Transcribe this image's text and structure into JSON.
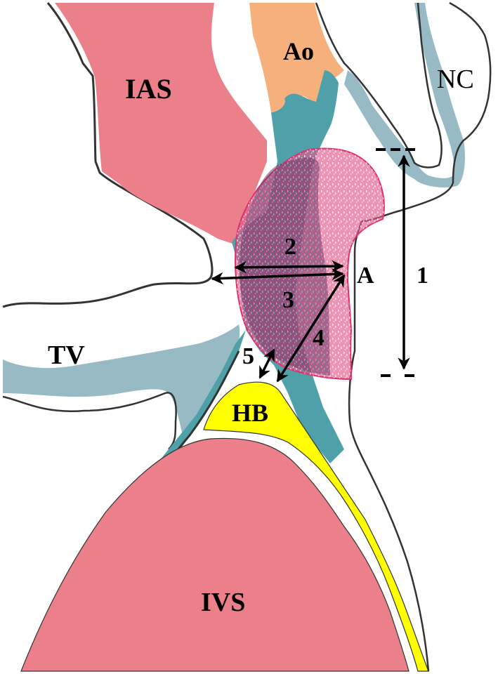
{
  "diagram": {
    "type": "anatomical schematic",
    "structures": [
      {
        "id": "ias",
        "label": "IAS",
        "color": "#eb808a"
      },
      {
        "id": "ao",
        "label": "Ao",
        "color": "#f5b07c"
      },
      {
        "id": "nc",
        "label": "NC",
        "color": "#97bac4"
      },
      {
        "id": "tv",
        "label": "TV",
        "color": "#97bac4"
      },
      {
        "id": "hb",
        "label": "HB",
        "color": "#ffff00"
      },
      {
        "id": "ivs",
        "label": "IVS",
        "color": "#eb808a"
      },
      {
        "id": "a",
        "label": "A",
        "color": "#e05a8c"
      }
    ],
    "conduction_tissue_color": "#4fa0a8",
    "measurements": [
      {
        "id": "m1",
        "label": "1"
      },
      {
        "id": "m2",
        "label": "2"
      },
      {
        "id": "m3",
        "label": "3"
      },
      {
        "id": "m4",
        "label": "4"
      },
      {
        "id": "m5",
        "label": "5"
      }
    ]
  }
}
